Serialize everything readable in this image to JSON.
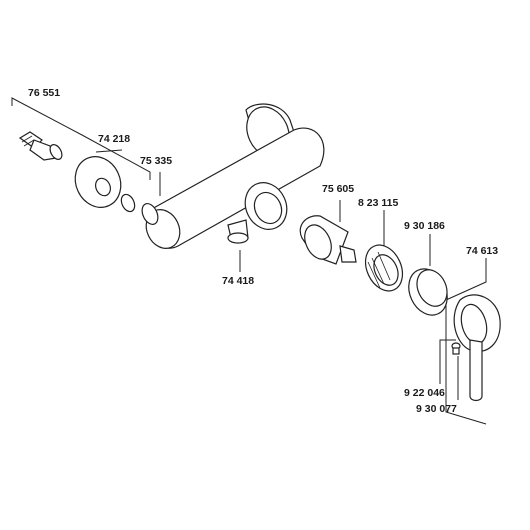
{
  "parts": [
    {
      "id": "76551",
      "number": "76 551"
    },
    {
      "id": "74218",
      "number": "74 218"
    },
    {
      "id": "75335",
      "number": "75 335"
    },
    {
      "id": "74418",
      "number": "74 418"
    },
    {
      "id": "75605",
      "number": "75 605"
    },
    {
      "id": "823115",
      "number": "8 23 115"
    },
    {
      "id": "930186",
      "number": "9 30 186"
    },
    {
      "id": "74613",
      "number": "74 613"
    },
    {
      "id": "922046",
      "number": "9 22 046"
    },
    {
      "id": "930077",
      "number": "9 30 077"
    }
  ]
}
